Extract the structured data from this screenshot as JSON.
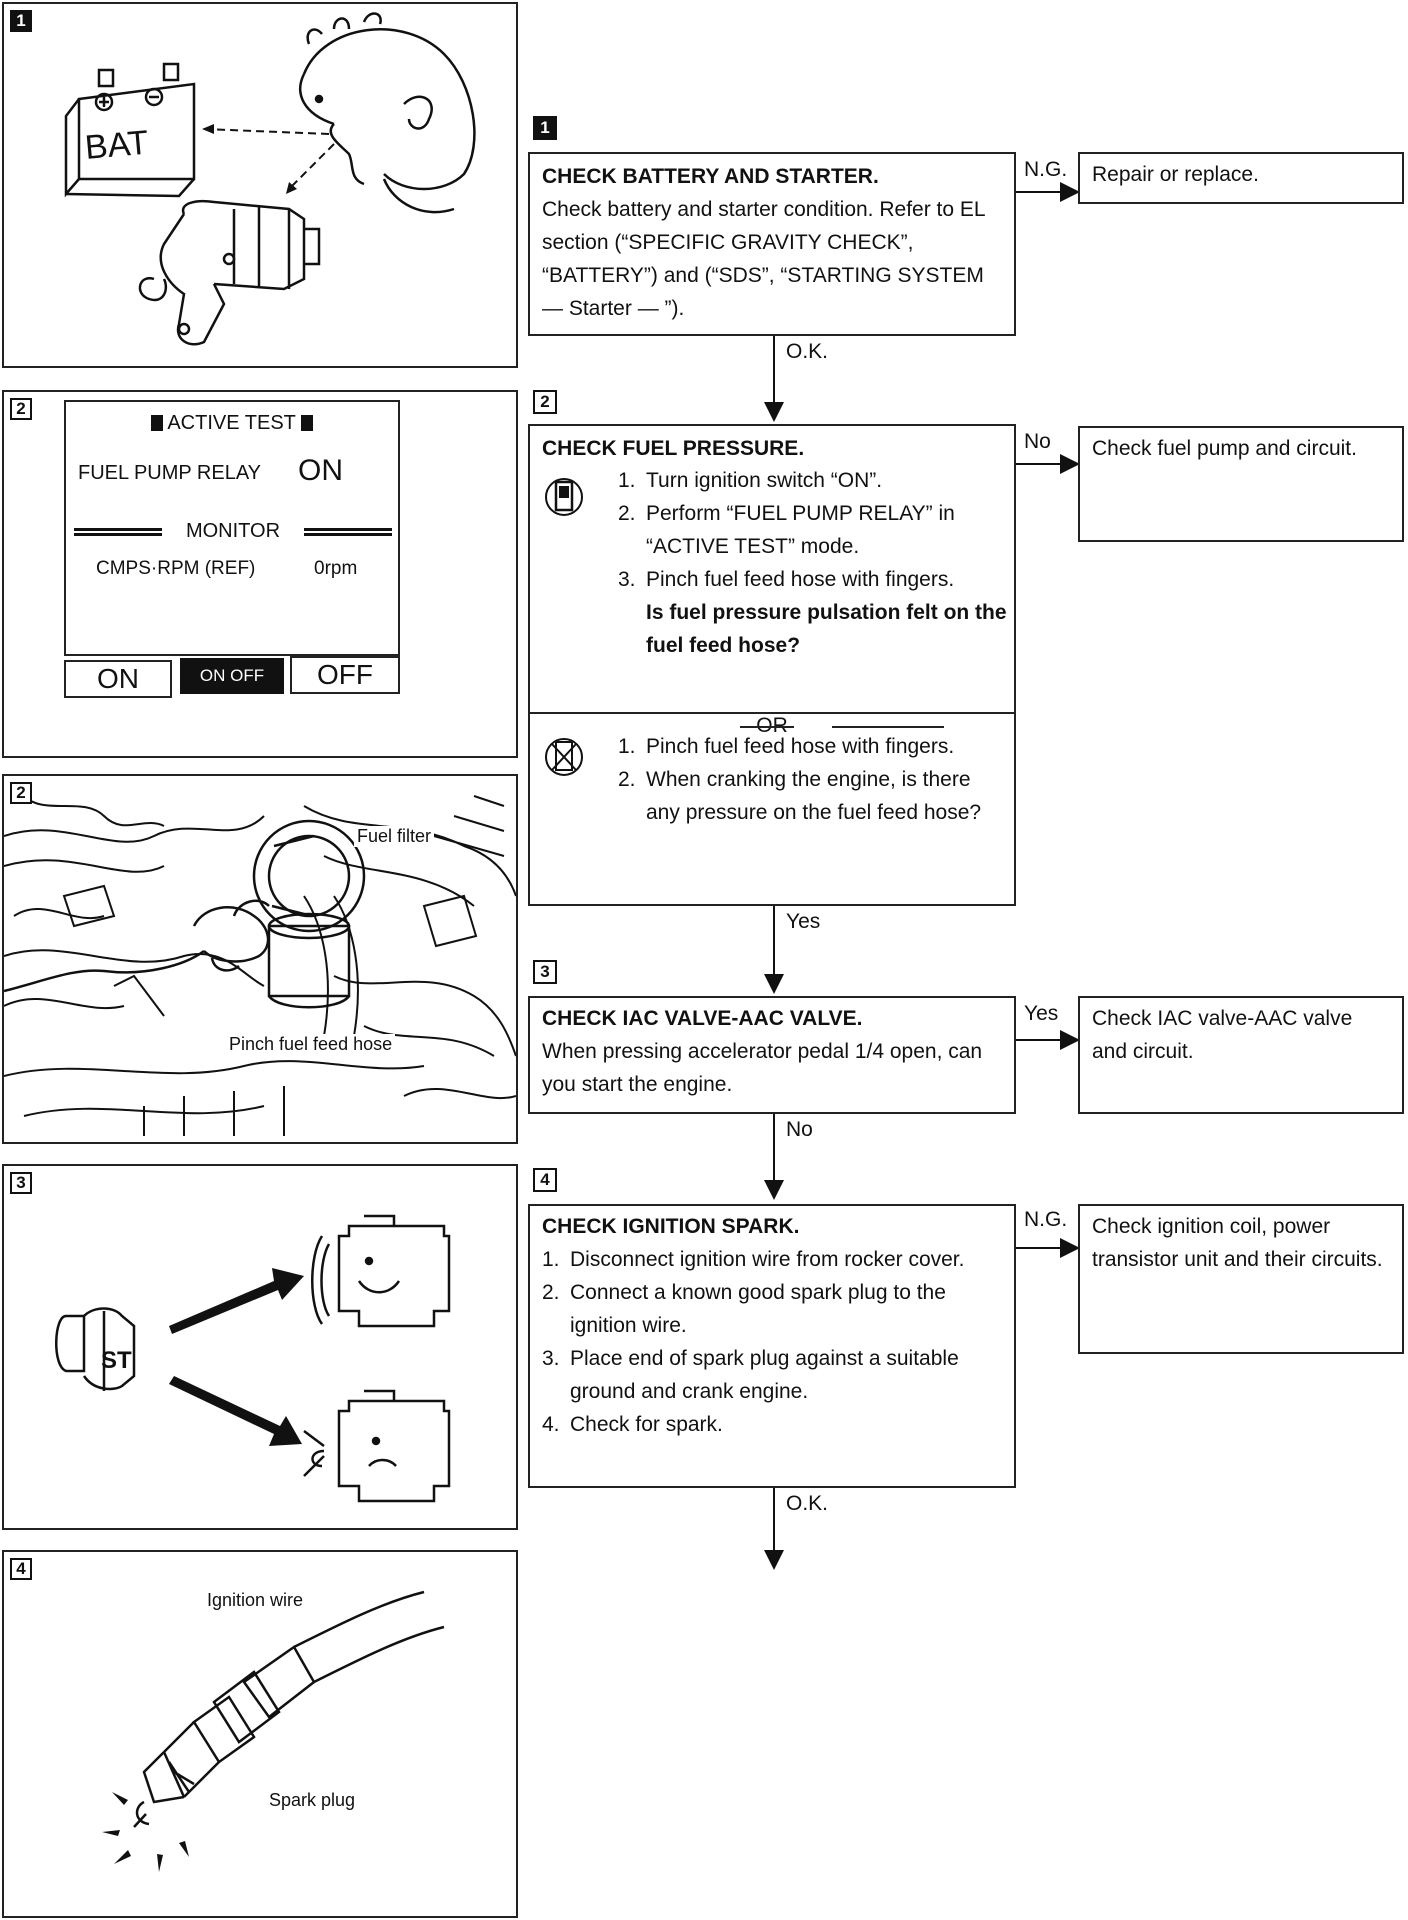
{
  "panels": {
    "p1": {
      "number": "1"
    },
    "p2a": {
      "number": "2",
      "lcd": {
        "header": "ACTIVE TEST",
        "relay_label": "FUEL PUMP RELAY",
        "relay_value": "ON",
        "monitor_label": "MONITOR",
        "cmps_label": "CMPS·RPM (REF)",
        "cmps_value": "0rpm"
      },
      "buttons": {
        "on": "ON",
        "onoff": "ON OFF",
        "off": "OFF"
      }
    },
    "p2b": {
      "number": "2",
      "fuel_filter": "Fuel filter",
      "pinch_hose": "Pinch fuel feed hose"
    },
    "p3": {
      "number": "3",
      "key_label": "ST"
    },
    "p4": {
      "number": "4",
      "ignition_wire": "Ignition wire",
      "spark_plug": "Spark plug"
    }
  },
  "flow": {
    "step1": {
      "number": "1",
      "title": "CHECK BATTERY AND STARTER.",
      "body": "Check battery and starter condition. Refer to EL section (“SPECIFIC GRAVITY CHECK”, “BATTERY”) and (“SDS”, “STARTING SYSTEM — Starter — ”).",
      "ng_label": "N.G.",
      "ng_result": "Repair or replace.",
      "ok_label": "O.K."
    },
    "step2": {
      "number": "2",
      "title": "CHECK FUEL PRESSURE.",
      "list_a": [
        {
          "n": "1.",
          "t": "Turn ignition switch “ON”."
        },
        {
          "n": "2.",
          "t": "Perform “FUEL PUMP RELAY” in “ACTIVE TEST” mode."
        },
        {
          "n": "3.",
          "t": "Pinch fuel feed hose with fingers."
        }
      ],
      "question": "Is fuel pressure pulsation felt on the fuel feed hose?",
      "or_label": "OR",
      "list_b": [
        {
          "n": "1.",
          "t": "Pinch fuel feed hose with fingers."
        },
        {
          "n": "2.",
          "t": "When cranking the engine, is there any pressure on the fuel feed hose?"
        }
      ],
      "no_label": "No",
      "no_result": "Check fuel pump and circuit.",
      "yes_label": "Yes"
    },
    "step3": {
      "number": "3",
      "title": "CHECK IAC VALVE-AAC VALVE.",
      "body": "When pressing accelerator pedal 1/4 open, can you start the engine.",
      "yes_label": "Yes",
      "yes_result": "Check IAC valve-AAC valve and circuit.",
      "no_label": "No"
    },
    "step4": {
      "number": "4",
      "title": "CHECK IGNITION SPARK.",
      "list": [
        {
          "n": "1.",
          "t": "Disconnect ignition wire from rocker cover."
        },
        {
          "n": "2.",
          "t": "Connect a known good spark plug to the ignition wire."
        },
        {
          "n": "3.",
          "t": "Place end of spark plug against a suitable ground and crank engine."
        },
        {
          "n": "4.",
          "t": "Check for spark."
        }
      ],
      "ng_label": "N.G.",
      "ng_result": "Check ignition coil, power transistor unit and their circuits.",
      "ok_label": "O.K."
    }
  }
}
